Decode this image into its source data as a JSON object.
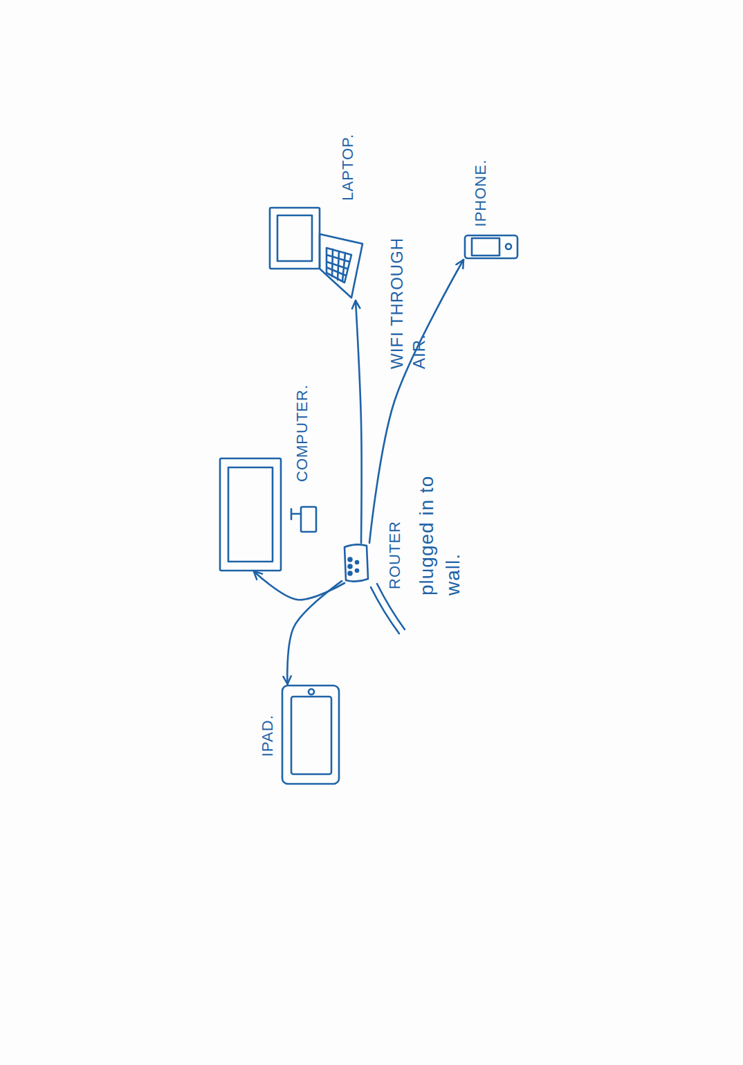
{
  "diagram": {
    "nodes": [
      {
        "text": [
          "IPAD."
        ]
      },
      {
        "text": [
          "COMPUTER."
        ]
      },
      {
        "text": [
          "ROUTER",
          "plugged in to wall."
        ]
      },
      {
        "text": [
          "LAPTOP."
        ]
      },
      {
        "text": [
          "IPHONE."
        ]
      }
    ],
    "edges": [
      {
        "from": 2,
        "to": 0,
        "arrow": "to"
      },
      {
        "from": 2,
        "to": 1,
        "arrow": "to"
      },
      {
        "from": 2,
        "to": 3,
        "arrow": "to"
      },
      {
        "from": 2,
        "to": 4,
        "arrow": "to"
      }
    ],
    "labels": [
      "WIFI THROUGH AIR."
    ]
  }
}
